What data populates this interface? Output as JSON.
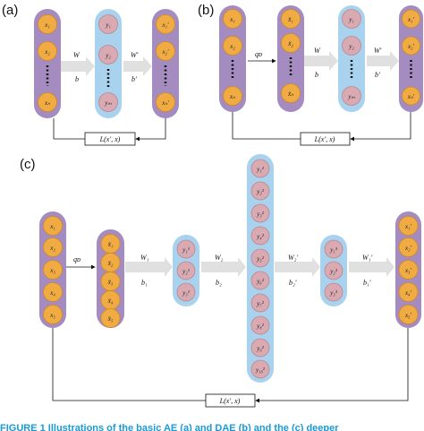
{
  "panels": {
    "a": {
      "label": "(a)",
      "input_nodes": [
        "x₁",
        "x₂",
        "xₙ"
      ],
      "hidden_nodes": [
        "y₁",
        "y₂",
        "yₘ"
      ],
      "output_nodes": [
        "x₁′",
        "x₂′",
        "xₙ′"
      ],
      "edge_labels": [
        "W",
        "b",
        "W′",
        "b′"
      ],
      "loss": "L(x′, x)"
    },
    "b": {
      "label": "(b)",
      "input_nodes": [
        "x₁",
        "x₂",
        "xₙ"
      ],
      "corrupted_nodes": [
        "x̃₁",
        "x̃₂",
        "x̃ₙ"
      ],
      "hidden_nodes": [
        "y₁",
        "y₂",
        "yₘ"
      ],
      "output_nodes": [
        "x₁′",
        "x₂′",
        "xₙ′"
      ],
      "edge_labels": [
        "qᴅ",
        "W",
        "b",
        "W′",
        "b′"
      ],
      "loss": "L(x′, x)"
    },
    "c": {
      "label": "(c)",
      "input_nodes": [
        "x₁",
        "x₂",
        "x₃",
        "x₄",
        "x₅"
      ],
      "corrupted_nodes": [
        "x̃₁",
        "x̃₂",
        "x̃₃",
        "x̃₄",
        "x̃₅"
      ],
      "hidden1_nodes": [
        "y₁¹",
        "y₂¹",
        "y₃¹"
      ],
      "hidden2_nodes": [
        "y₁²",
        "y₂²",
        "y₃²",
        "y₄²",
        "y₅²",
        "y₆²",
        "y₇²",
        "y₈²",
        "y₉²",
        "y₁₀²"
      ],
      "hidden3_nodes": [
        "y₁³",
        "y₂³",
        "y₃³"
      ],
      "output_nodes": [
        "x₁′",
        "x₂′",
        "x₃′",
        "x₄′",
        "x₅′"
      ],
      "edge_labels": [
        "qᴅ",
        "W₁",
        "b₁",
        "W₂",
        "b₂",
        "W₂′",
        "b₂′",
        "W₁′",
        "b₁′"
      ],
      "loss": "L(x′, x)"
    }
  },
  "caption": "FIGURE 1  Illustrations of the basic AE (a) and DAE (b) and the (c) deeper",
  "colors": {
    "purple": "#a48bc0",
    "blue": "#a9d2ee",
    "orange": "#f0ac43",
    "pink": "#d9aab2",
    "arrow": "#e0e0e0",
    "caption": "#1a9ad6"
  }
}
